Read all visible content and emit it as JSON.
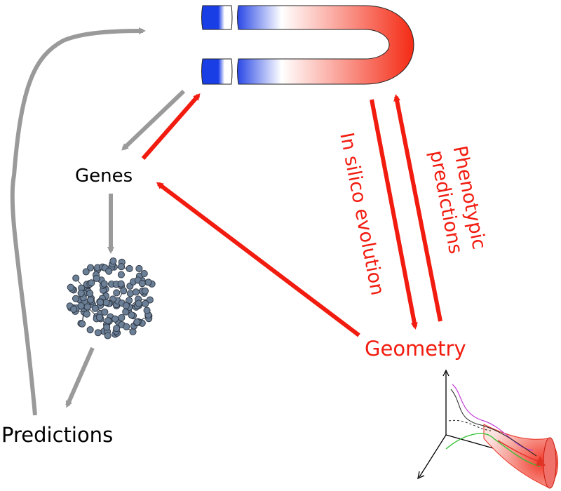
{
  "labels": {
    "genes": "Genes",
    "predictions": "Predictions",
    "geometry": "Geometry",
    "in_silico_evolution": "In silico evolution",
    "phenotypic_predictions_line1": "Phenotypic",
    "phenotypic_predictions_line2": "predictions"
  },
  "colors": {
    "red": "#f21b0f",
    "gray": "#9a9a9a",
    "chromosome_blue": "#1a3ee6",
    "node_fill": "#6b7f96",
    "node_stroke": "#2c3440"
  },
  "icons": {
    "chromosome": "chromosome-icon",
    "network": "gene-network-icon",
    "landscape": "geometric-landscape-icon"
  }
}
